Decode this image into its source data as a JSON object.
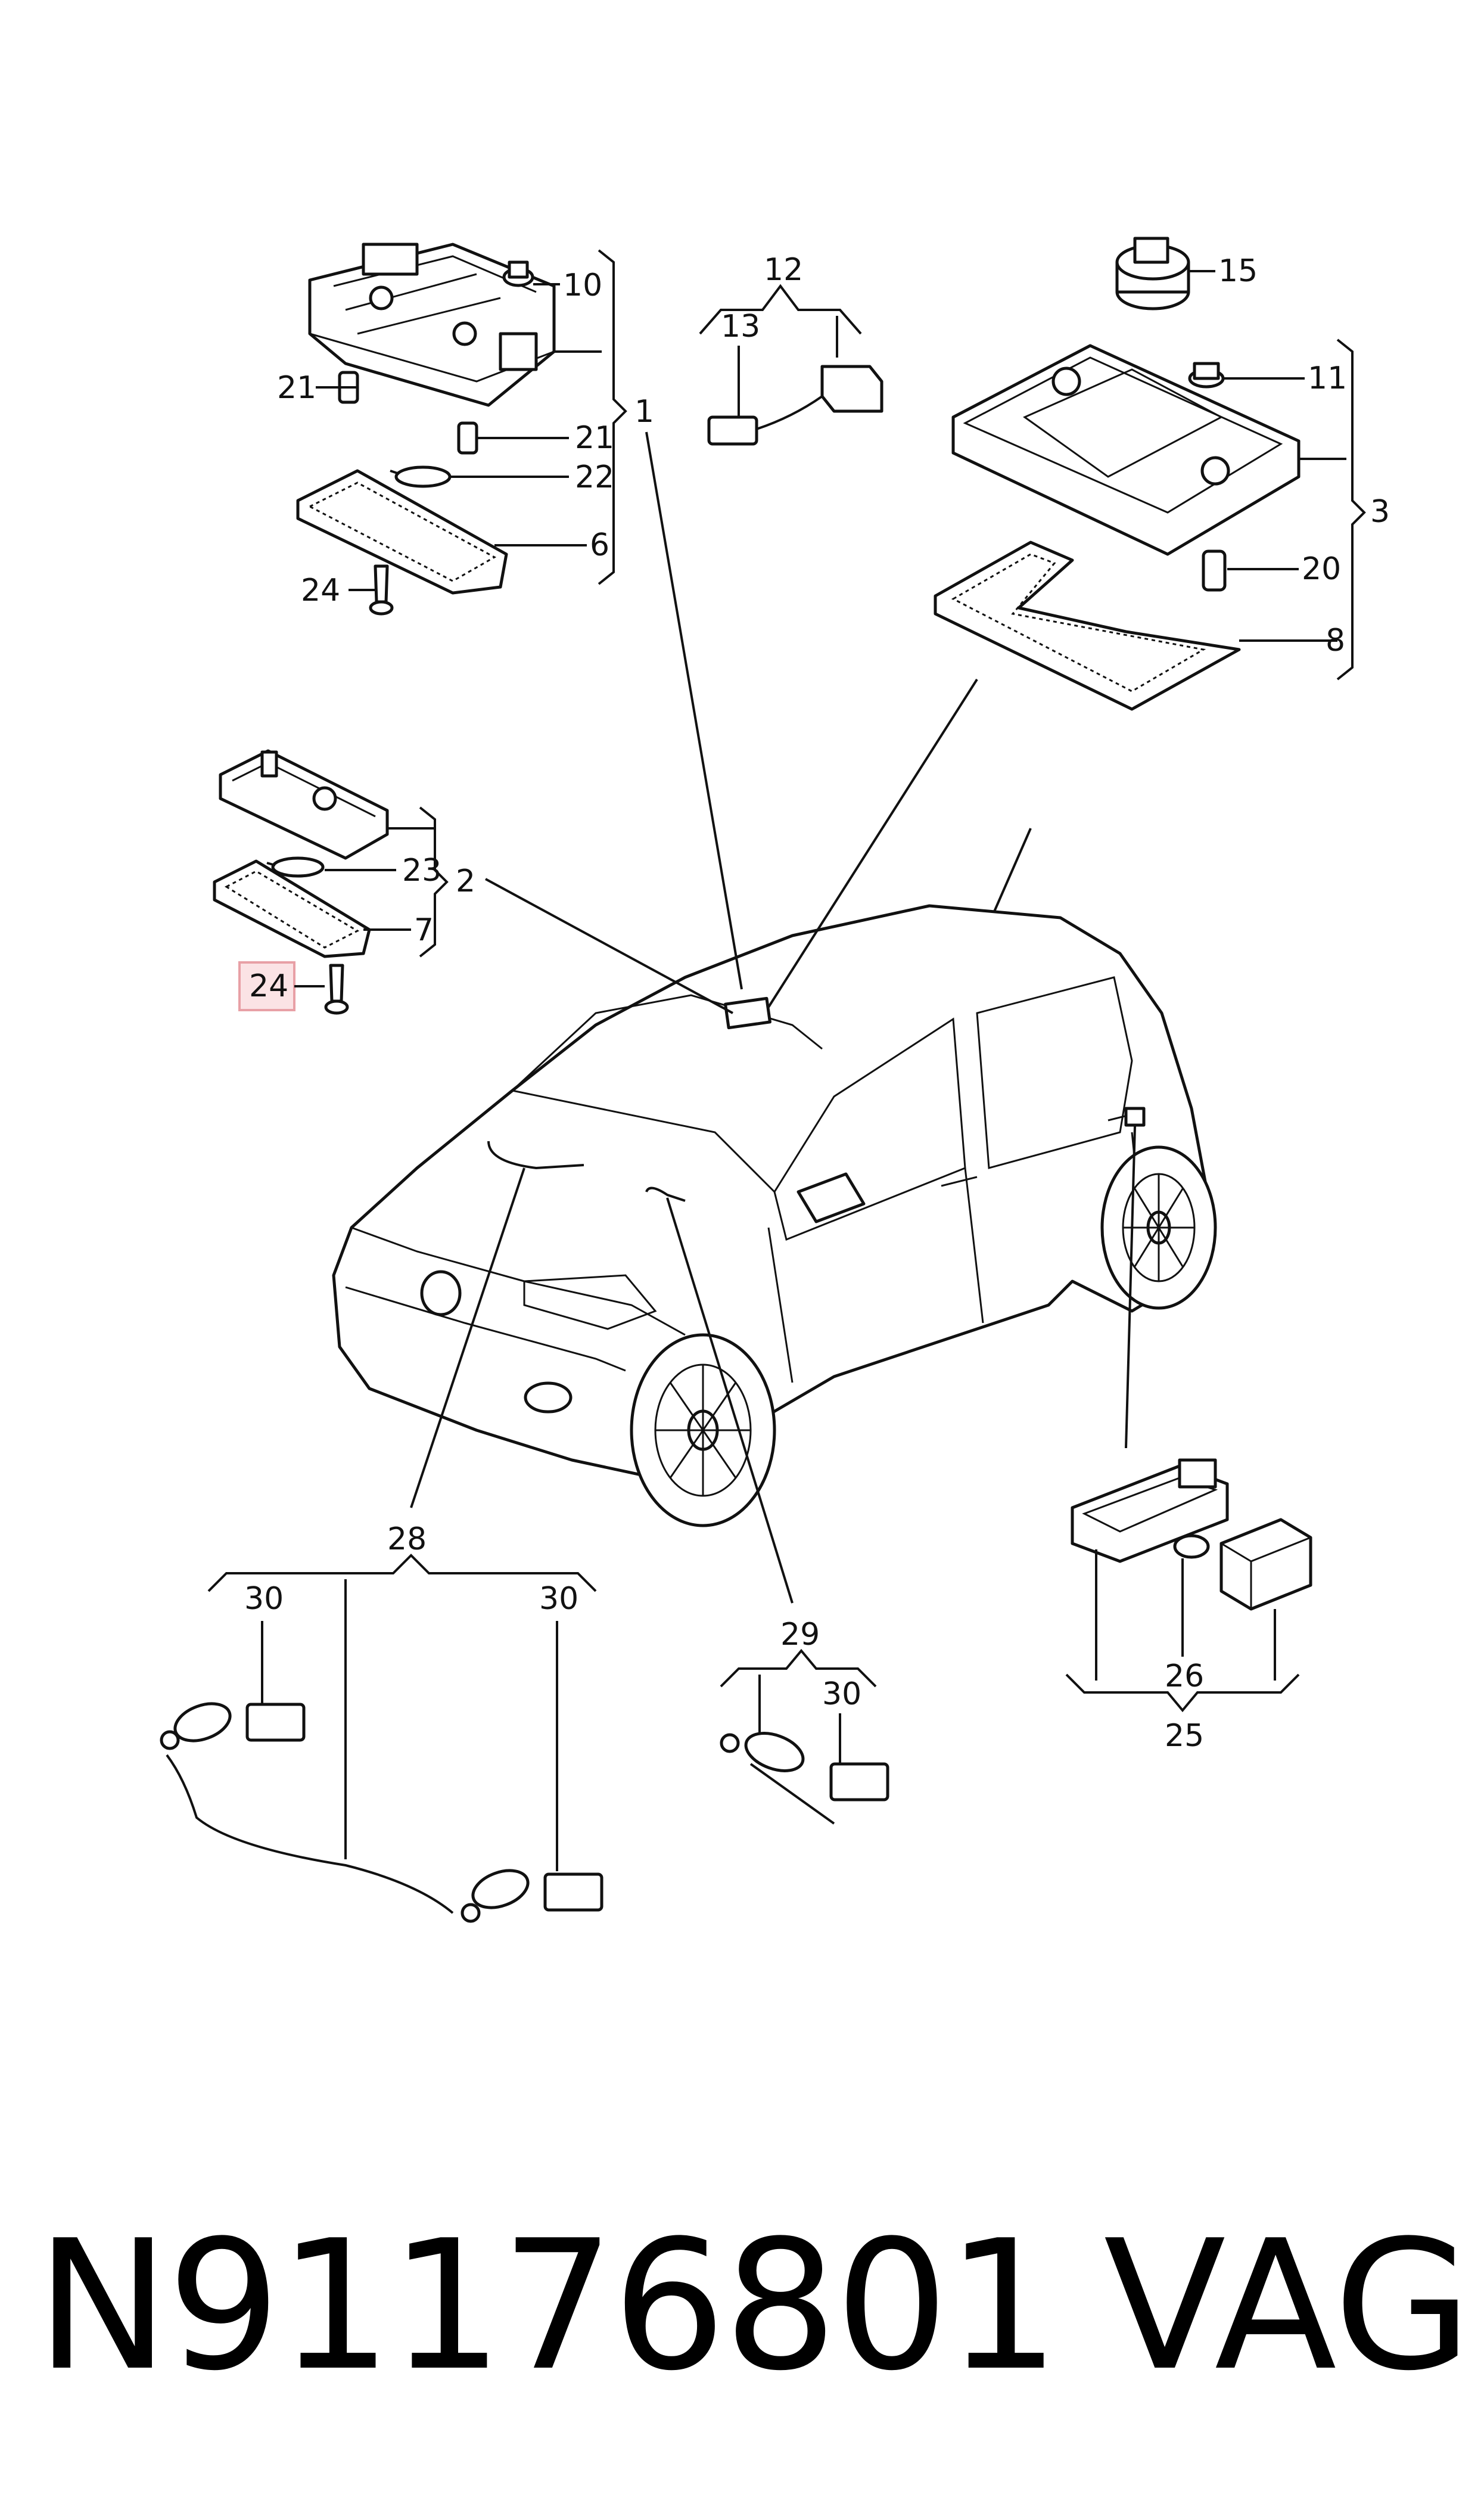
{
  "diagram": {
    "callouts": {
      "c1": "1",
      "c2": "2",
      "c3": "3",
      "c6": "6",
      "c7": "7",
      "c8": "8",
      "c10": "10",
      "c11": "11",
      "c12": "12",
      "c13": "13",
      "c15": "15",
      "c20": "20",
      "c21a": "21",
      "c21b": "21",
      "c22": "22",
      "c23": "23",
      "c24a": "24",
      "c24b": "24",
      "c25": "25",
      "c26": "26",
      "c28": "28",
      "c29": "29",
      "c30a": "30",
      "c30b": "30",
      "c30c": "30"
    },
    "highlighted_callout": "24",
    "highlight_color": "#e8a0a6",
    "highlight_fill": "#fbe3e5"
  },
  "footer": {
    "part_number": "N91176801",
    "brand": "VAG"
  }
}
